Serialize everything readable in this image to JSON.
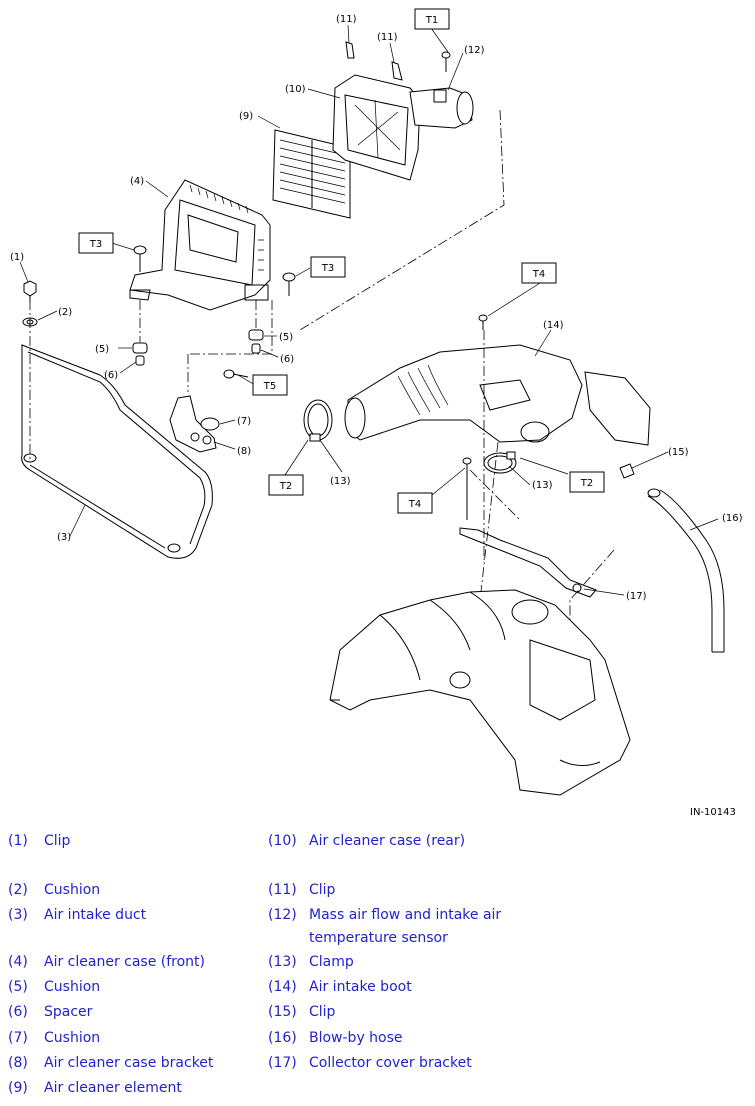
{
  "figure_id": "IN-10143",
  "callouts": [
    "(1)",
    "(2)",
    "(3)",
    "(4)",
    "(5)",
    "(5)",
    "(6)",
    "(6)",
    "(7)",
    "(8)",
    "(9)",
    "(10)",
    "(11)",
    "(11)",
    "(12)",
    "(13)",
    "(13)",
    "(14)",
    "(15)",
    "(16)",
    "(17)"
  ],
  "torque_tags": [
    "T1",
    "T2",
    "T2",
    "T3",
    "T3",
    "T4",
    "T4",
    "T5"
  ],
  "legend": [
    {
      "num": "(1)",
      "label": "Clip"
    },
    {
      "num": "(2)",
      "label": "Cushion"
    },
    {
      "num": "(3)",
      "label": "Air intake duct"
    },
    {
      "num": "(4)",
      "label": "Air cleaner case (front)"
    },
    {
      "num": "(5)",
      "label": "Cushion"
    },
    {
      "num": "(6)",
      "label": "Spacer"
    },
    {
      "num": "(7)",
      "label": "Cushion"
    },
    {
      "num": "(8)",
      "label": "Air cleaner case bracket"
    },
    {
      "num": "(9)",
      "label": "Air cleaner element"
    },
    {
      "num": "(10)",
      "label": "Air cleaner case (rear)"
    },
    {
      "num": "(11)",
      "label": "Clip"
    },
    {
      "num": "(12)",
      "label": "Mass air flow and intake air",
      "label2": "temperature sensor"
    },
    {
      "num": "(13)",
      "label": "Clamp"
    },
    {
      "num": "(14)",
      "label": "Air intake boot"
    },
    {
      "num": "(15)",
      "label": "Clip"
    },
    {
      "num": "(16)",
      "label": "Blow-by hose"
    },
    {
      "num": "(17)",
      "label": "Collector cover bracket"
    }
  ]
}
